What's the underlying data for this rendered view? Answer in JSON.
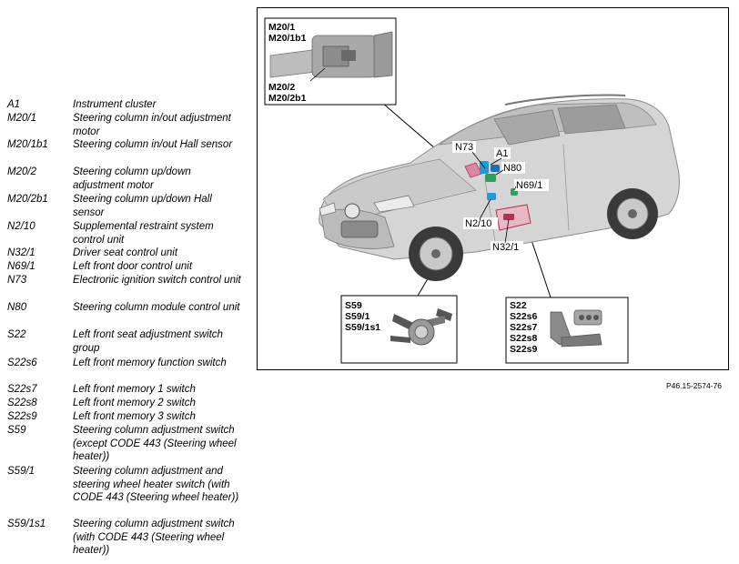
{
  "legend": [
    {
      "code": "A1",
      "desc": "Instrument cluster"
    },
    {
      "code": "M20/1",
      "desc": "Steering column in/out adjustment motor"
    },
    {
      "code": "M20/1b1",
      "desc": "Steering column in/out Hall sensor"
    },
    {
      "code": "M20/2",
      "desc": "Steering column up/down adjustment motor"
    },
    {
      "code": "M20/2b1",
      "desc": "Steering column up/down Hall sensor"
    },
    {
      "code": "N2/10",
      "desc": "Supplemental restraint system control unit"
    },
    {
      "code": "N32/1",
      "desc": "Driver seat control unit"
    },
    {
      "code": "N69/1",
      "desc": "Left front door control unit"
    },
    {
      "code": "N73",
      "desc": "Electronic ignition switch control unit"
    },
    {
      "code": "N80",
      "desc": "Steering column module control unit"
    },
    {
      "code": "S22",
      "desc": "Left front seat adjustment switch group"
    },
    {
      "code": "S22s6",
      "desc": "Left front memory function switch"
    },
    {
      "code": "S22s7",
      "desc": "Left front memory 1 switch"
    },
    {
      "code": "S22s8",
      "desc": "Left front memory 2 switch"
    },
    {
      "code": "S22s9",
      "desc": "Left front memory 3 switch"
    },
    {
      "code": "S59",
      "desc": "Steering column adjustment switch (except CODE 443 (Steering wheel heater))"
    },
    {
      "code": "S59/1",
      "desc": "Steering column adjustment and steering wheel heater switch (with CODE 443 (Steering wheel heater))"
    },
    {
      "code": "S59/1s1",
      "desc": "Steering column adjustment switch (with CODE 443 (Steering wheel heater))"
    }
  ],
  "figure": {
    "inset_top": [
      "M20/1",
      "M20/1b1",
      "M20/2",
      "M20/2b1"
    ],
    "inset_bottom_left": [
      "S59",
      "S59/1",
      "S59/1s1"
    ],
    "inset_bottom_right": [
      "S22",
      "S22s6",
      "S22s7",
      "S22s8",
      "S22s9"
    ],
    "callouts": [
      "N73",
      "A1",
      "N80",
      "N69/1",
      "N2/10",
      "N32/1"
    ],
    "reference": "P46.15-2574-76"
  }
}
